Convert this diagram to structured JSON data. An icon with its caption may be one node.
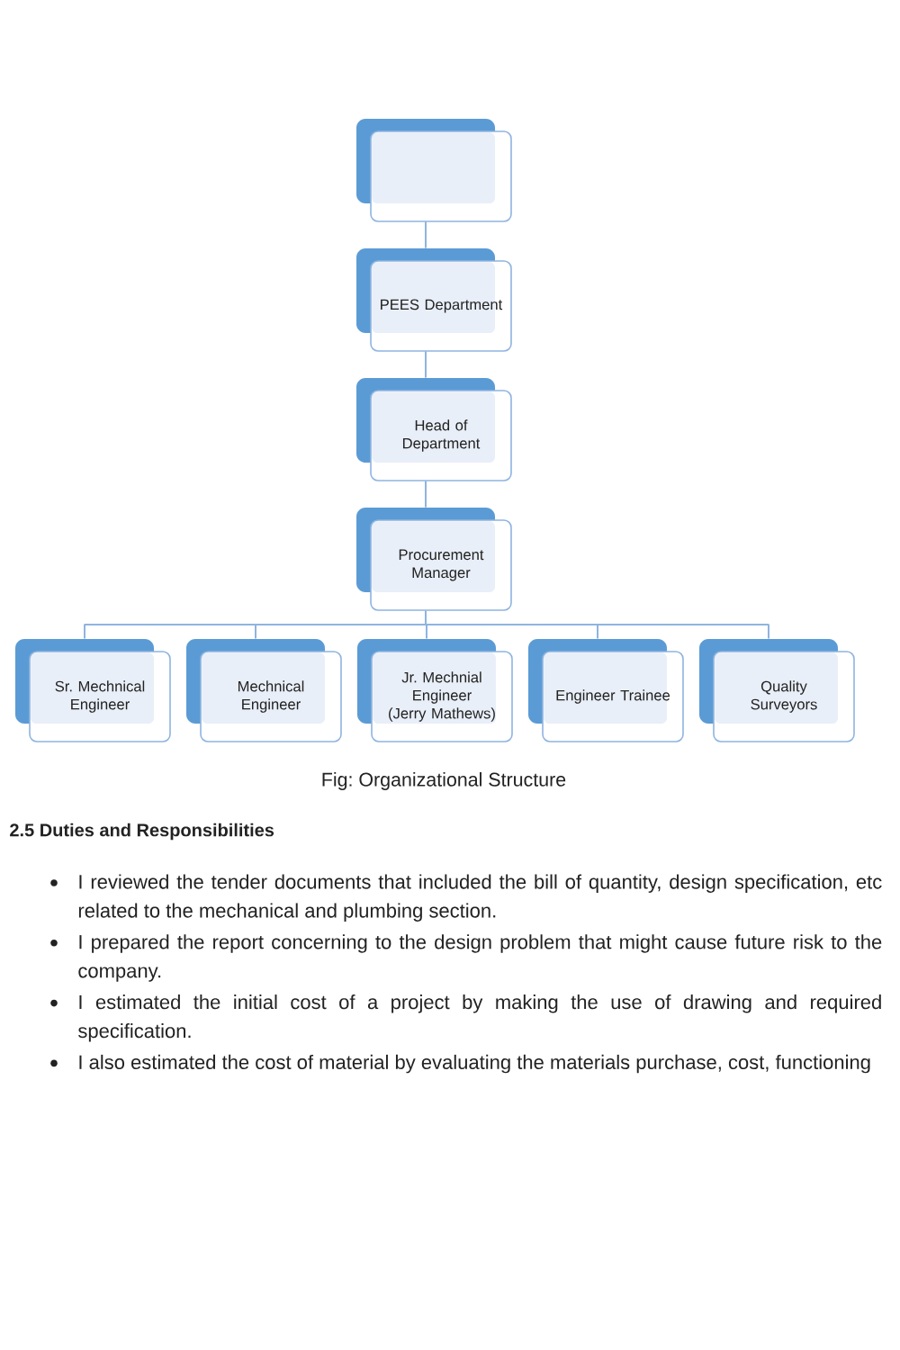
{
  "diagram": {
    "caption": "Fig: Organizational Structure",
    "nodes": [
      {
        "text": [],
        "shape": "box"
      },
      {
        "text": [
          "PEES Department"
        ]
      },
      {
        "text": [
          "Head of Department"
        ]
      },
      {
        "text": [
          "Procurement Manager"
        ]
      },
      {
        "text": [
          "Sr. Mechnical Engineer"
        ]
      },
      {
        "text": [
          "Mechnical Engineer"
        ]
      },
      {
        "text": [
          "Jr. Mechnial Engineer",
          "(Jerry Mathews)"
        ]
      },
      {
        "text": [
          "Engineer Trainee"
        ]
      },
      {
        "text": [
          "Quality Surveyors"
        ]
      }
    ],
    "edges": [
      {
        "from": 0,
        "to": 1,
        "arrow": "none"
      },
      {
        "from": 1,
        "to": 2,
        "arrow": "none"
      },
      {
        "from": 2,
        "to": 3,
        "arrow": "none"
      },
      {
        "from": 3,
        "to": 4,
        "arrow": "none"
      },
      {
        "from": 3,
        "to": 5,
        "arrow": "none"
      },
      {
        "from": 3,
        "to": 6,
        "arrow": "none"
      },
      {
        "from": 3,
        "to": 7,
        "arrow": "none"
      },
      {
        "from": 3,
        "to": 8,
        "arrow": "none"
      }
    ],
    "labels": [
      "2.5 Duties and Responsibilities",
      "I reviewed the tender documents that included the bill of quantity, design specification, etc related to the mechanical and plumbing section.",
      "I prepared the report concerning to the design problem that might cause future risk to the company.",
      "I estimated the initial cost of a project by making the use of drawing and required specification.",
      "I also estimated the cost of material by evaluating the materials purchase, cost, functioning"
    ]
  }
}
